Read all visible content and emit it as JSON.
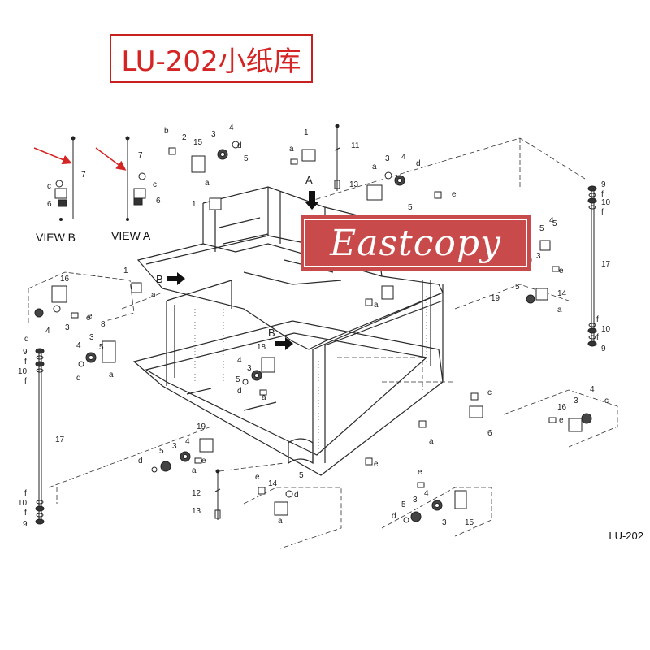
{
  "title": "LU-202小纸库",
  "watermark": "Eastcopy",
  "footer_label": "LU-202",
  "view_labels": {
    "view_a": "VIEW A",
    "view_b": "VIEW B"
  },
  "callouts": [
    {
      "id": "c1",
      "text": "7"
    },
    {
      "id": "c2",
      "text": "c"
    },
    {
      "id": "c3",
      "text": "6"
    },
    {
      "id": "c4",
      "text": "7"
    },
    {
      "id": "c5",
      "text": "c"
    },
    {
      "id": "c6",
      "text": "6"
    },
    {
      "id": "c7",
      "text": "b"
    },
    {
      "id": "c8",
      "text": "2"
    },
    {
      "id": "c9",
      "text": "15"
    },
    {
      "id": "c10",
      "text": "3"
    },
    {
      "id": "c11",
      "text": "4"
    },
    {
      "id": "c12",
      "text": "d"
    },
    {
      "id": "c13",
      "text": "5"
    },
    {
      "id": "c14",
      "text": "a"
    },
    {
      "id": "c15",
      "text": "1"
    },
    {
      "id": "c16",
      "text": "1"
    },
    {
      "id": "c17",
      "text": "a"
    },
    {
      "id": "c18",
      "text": "11"
    },
    {
      "id": "c19",
      "text": "13"
    },
    {
      "id": "c20",
      "text": "A"
    },
    {
      "id": "c21",
      "text": "a"
    },
    {
      "id": "c22",
      "text": "3"
    },
    {
      "id": "c23",
      "text": "4"
    },
    {
      "id": "c24",
      "text": "d"
    },
    {
      "id": "c25",
      "text": "e"
    },
    {
      "id": "c26",
      "text": "5"
    },
    {
      "id": "c27",
      "text": "9"
    },
    {
      "id": "c28",
      "text": "f"
    },
    {
      "id": "c29",
      "text": "10"
    },
    {
      "id": "c30",
      "text": "f"
    },
    {
      "id": "c31",
      "text": "17"
    },
    {
      "id": "c32",
      "text": "f"
    },
    {
      "id": "c33",
      "text": "10"
    },
    {
      "id": "c34",
      "text": "f"
    },
    {
      "id": "c35",
      "text": "9"
    },
    {
      "id": "c36",
      "text": "1"
    },
    {
      "id": "c37",
      "text": "a"
    },
    {
      "id": "c38",
      "text": "B"
    },
    {
      "id": "c39",
      "text": "16"
    },
    {
      "id": "c40",
      "text": "4"
    },
    {
      "id": "c41",
      "text": "3"
    },
    {
      "id": "c42",
      "text": "e"
    },
    {
      "id": "c43",
      "text": "d"
    },
    {
      "id": "c44",
      "text": "9"
    },
    {
      "id": "c45",
      "text": "f"
    },
    {
      "id": "c46",
      "text": "10"
    },
    {
      "id": "c47",
      "text": "f"
    },
    {
      "id": "c48",
      "text": "8"
    },
    {
      "id": "c49",
      "text": "3"
    },
    {
      "id": "c50",
      "text": "4"
    },
    {
      "id": "c51",
      "text": "5"
    },
    {
      "id": "c52",
      "text": "d"
    },
    {
      "id": "c53",
      "text": "a"
    },
    {
      "id": "c54",
      "text": "B"
    },
    {
      "id": "c55",
      "text": "18"
    },
    {
      "id": "c56",
      "text": "4"
    },
    {
      "id": "c57",
      "text": "3"
    },
    {
      "id": "c58",
      "text": "5"
    },
    {
      "id": "c59",
      "text": "d"
    },
    {
      "id": "c60",
      "text": "a"
    },
    {
      "id": "c61",
      "text": "17"
    },
    {
      "id": "c62",
      "text": "f"
    },
    {
      "id": "c63",
      "text": "10"
    },
    {
      "id": "c64",
      "text": "f"
    },
    {
      "id": "c65",
      "text": "9"
    },
    {
      "id": "c66",
      "text": "19"
    },
    {
      "id": "c67",
      "text": "4"
    },
    {
      "id": "c68",
      "text": "3"
    },
    {
      "id": "c69",
      "text": "5"
    },
    {
      "id": "c70",
      "text": "d"
    },
    {
      "id": "c71",
      "text": "e"
    },
    {
      "id": "c72",
      "text": "a"
    },
    {
      "id": "c73",
      "text": "12"
    },
    {
      "id": "c74",
      "text": "13"
    },
    {
      "id": "c75",
      "text": "e"
    },
    {
      "id": "c76",
      "text": "14"
    },
    {
      "id": "c77",
      "text": "5"
    },
    {
      "id": "c78",
      "text": "d"
    },
    {
      "id": "c79",
      "text": "a"
    },
    {
      "id": "c80",
      "text": "e"
    },
    {
      "id": "c81",
      "text": "4"
    },
    {
      "id": "c82",
      "text": "3"
    },
    {
      "id": "c83",
      "text": "5"
    },
    {
      "id": "c84",
      "text": "d"
    },
    {
      "id": "c85",
      "text": "15"
    },
    {
      "id": "c86",
      "text": "3"
    },
    {
      "id": "c87",
      "text": "c"
    },
    {
      "id": "c88",
      "text": "6"
    },
    {
      "id": "c89",
      "text": "a"
    },
    {
      "id": "c90",
      "text": "4"
    },
    {
      "id": "c91",
      "text": "c"
    },
    {
      "id": "c92",
      "text": "16"
    },
    {
      "id": "c93",
      "text": "3"
    },
    {
      "id": "c94",
      "text": "5"
    },
    {
      "id": "c95",
      "text": "e"
    },
    {
      "id": "c96",
      "text": "19"
    },
    {
      "id": "c97",
      "text": "5"
    },
    {
      "id": "c98",
      "text": "14"
    },
    {
      "id": "c99",
      "text": "a"
    },
    {
      "id": "c100",
      "text": "3"
    },
    {
      "id": "c101",
      "text": "4"
    },
    {
      "id": "c102",
      "text": "5"
    },
    {
      "id": "c103",
      "text": "e"
    },
    {
      "id": "c104",
      "text": "a"
    },
    {
      "id": "c105",
      "text": "e"
    },
    {
      "id": "c106",
      "text": "e"
    }
  ],
  "colors": {
    "line": "#2a2a2a",
    "accent_red": "#d42424",
    "watermark_bg": "#c94a4a"
  }
}
